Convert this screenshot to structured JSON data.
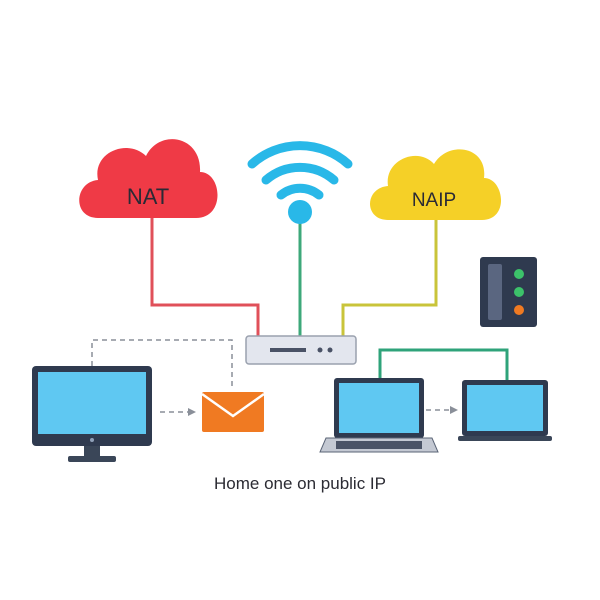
{
  "clouds": {
    "left": {
      "label": "NAT",
      "color": "#ef3a46"
    },
    "right": {
      "label": "NAIP",
      "color": "#f5d027"
    }
  },
  "caption": "Home one on public IP",
  "colors": {
    "wifi": "#29b8e8",
    "wifi_mast": "#3da87a",
    "link_left": "#e0505a",
    "link_right": "#c9c43a",
    "link_laptops": "#2fa37a",
    "dashed": "#8a8f99",
    "screen": "#5fc8f2",
    "device_frame": "#2f3a4f",
    "router_body": "#e3e6ee",
    "envelope": "#f07a22",
    "server_body": "#2f3a4f",
    "server_led_green": "#3cc26a",
    "server_led_orange": "#f07a22"
  },
  "icons": [
    "cloud-icon",
    "wifi-icon",
    "router-icon",
    "server-icon",
    "desktop-icon",
    "envelope-icon",
    "laptop-icon",
    "monitor-icon"
  ]
}
